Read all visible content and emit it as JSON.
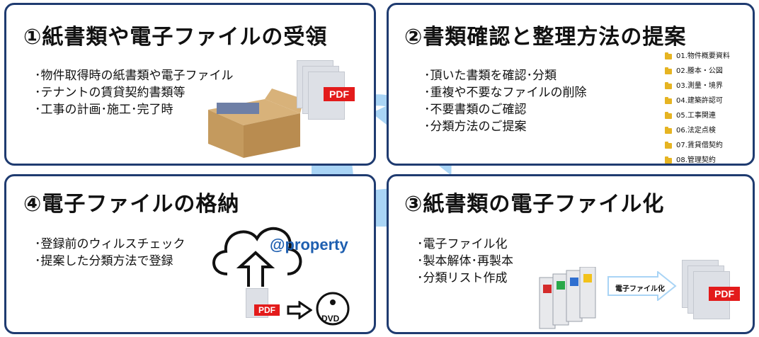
{
  "panels": {
    "p1": {
      "title": "①紙書類や電子ファイルの受領",
      "items": [
        "･物件取得時の紙書類や電子ファイル",
        "･テナントの賃貸契約書類等",
        "･工事の計画･施工･完了時"
      ],
      "pdf_label": "PDF"
    },
    "p2": {
      "title": "②書類確認と整理方法の提案",
      "items": [
        "･頂いた書類を確認･分類",
        "･重複や不要なファイルの削除",
        "･不要書類のご確認",
        "･分類方法のご提案"
      ],
      "folders": [
        "01.物件概要資料",
        "02.謄本・公図",
        "03.測量・境界",
        "04.建築許認可",
        "05.工事関連",
        "06.法定点検",
        "07.賃貸借契約",
        "08.管理契約"
      ]
    },
    "p3": {
      "title": "③紙書類の電子ファイル化",
      "items": [
        "･電子ファイル化",
        "･製本解体･再製本",
        "･分類リスト作成"
      ],
      "arrow_label": "電子ファイル化",
      "pdf_label": "PDF"
    },
    "p4": {
      "title": "④電子ファイルの格納",
      "items": [
        "･登録前のウィルスチェック",
        "･提案した分類方法で登録"
      ],
      "brand": "@property",
      "pdf_label": "PDF",
      "dvd_label": "DVD"
    }
  },
  "colors": {
    "border": "#1f3b70",
    "cycle": "#a9d4f5",
    "pdf": "#e31b1b",
    "folder": "#e6b422",
    "brand": "#1e5fb0"
  }
}
